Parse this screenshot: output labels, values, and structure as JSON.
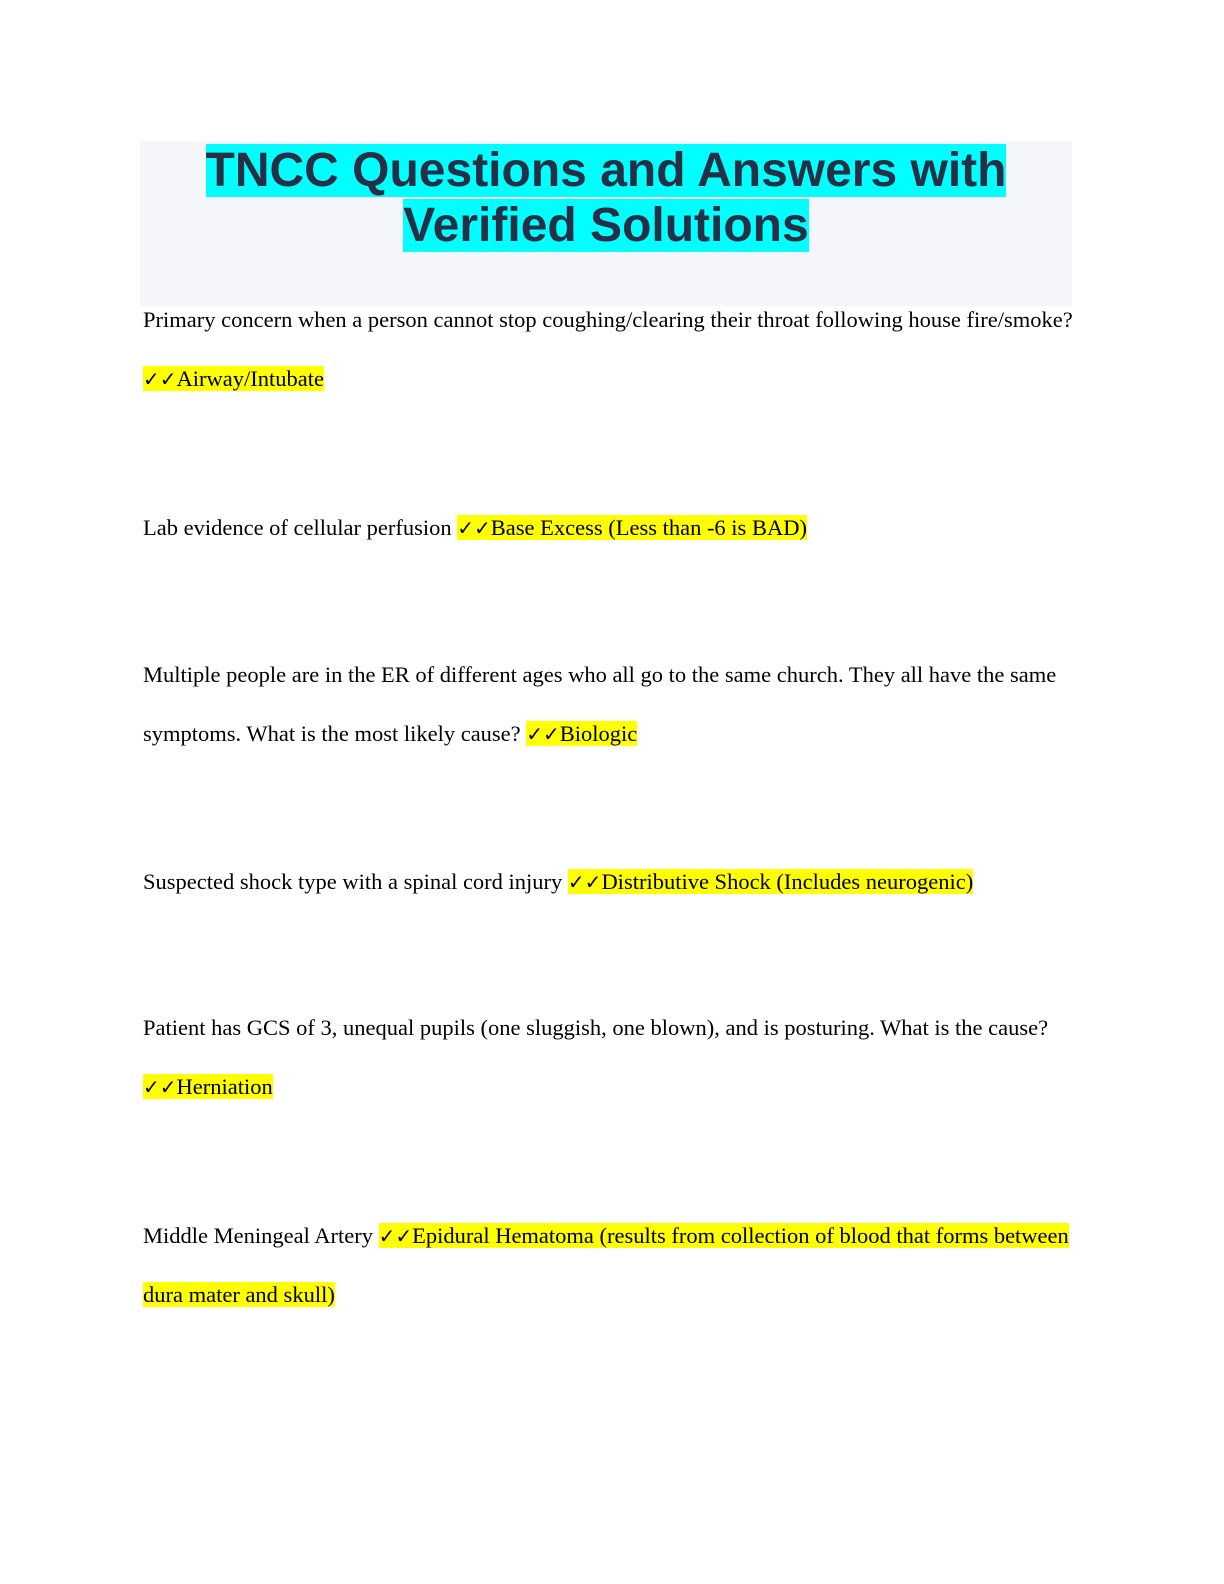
{
  "document": {
    "title": "TNCC Questions and Answers with Verified Solutions",
    "highlight_colors": {
      "title": "#00ffff",
      "answer": "#ffff00"
    },
    "check_mark": "✓✓",
    "items": [
      {
        "question": "Primary concern when a person cannot stop coughing/clearing their throat following house fire/smoke? ",
        "answer": "Airway/Intubate"
      },
      {
        "question": "Lab evidence of cellular perfusion ",
        "answer": "Base Excess (Less than -6 is BAD)"
      },
      {
        "question": "Multiple people are in the ER of different ages who all go to the same church. They all have the same symptoms. What is the most likely cause? ",
        "answer": "Biologic"
      },
      {
        "question": "Suspected shock type with a spinal cord injury ",
        "answer": "Distributive Shock (Includes neurogenic)"
      },
      {
        "question": "Patient has GCS of 3, unequal pupils (one sluggish, one blown), and is posturing. What is the cause? ",
        "answer": "Herniation"
      },
      {
        "question": "Middle Meningeal Artery ",
        "answer": "Epidural Hematoma (results from collection of blood that forms between dura mater and skull)"
      }
    ]
  }
}
